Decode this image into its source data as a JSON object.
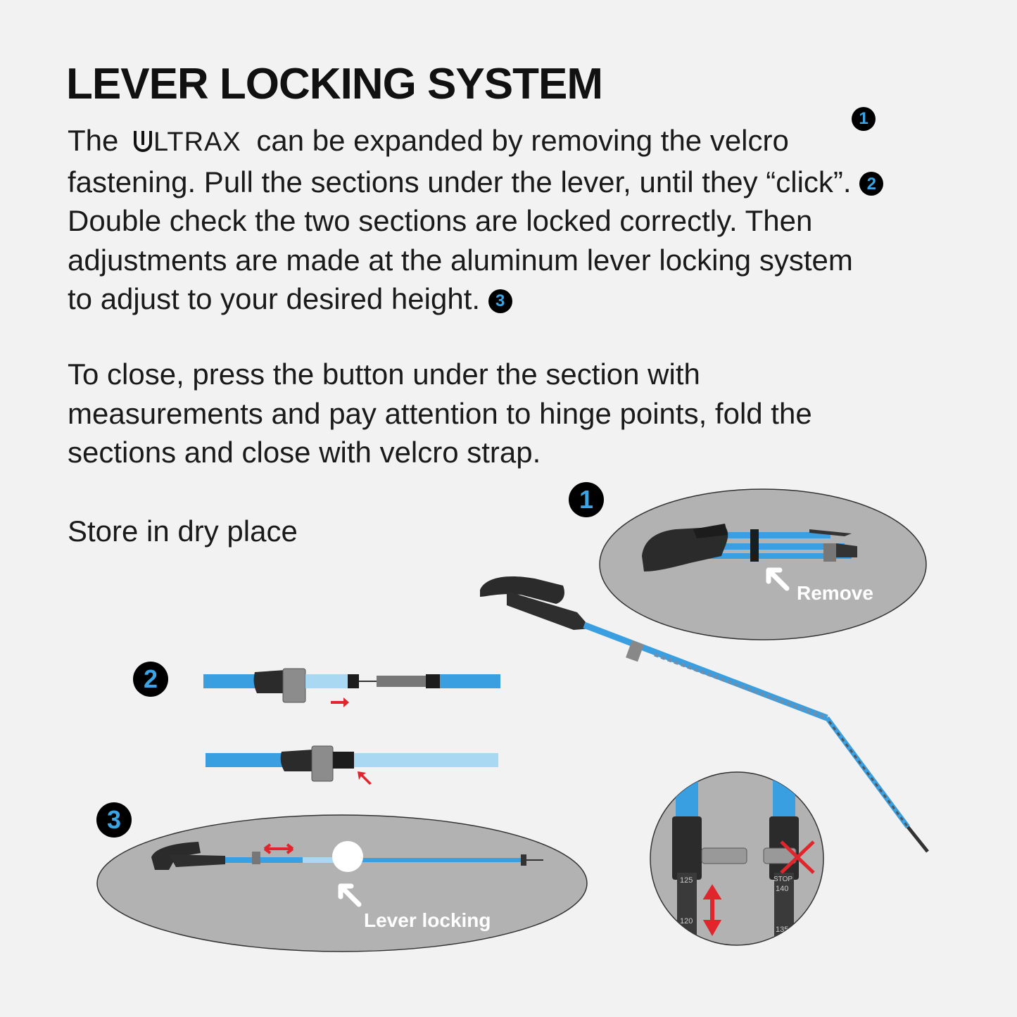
{
  "title": "LEVER LOCKING SYSTEM",
  "paragraph1": {
    "before_brand": "The",
    "brand": "LTRAX",
    "line1_rest": "can be expanded by removing the velcro",
    "line2": "fastening. Pull the sections under the lever, until they “click”.",
    "line3": "Double check the two sections are locked correctly. Then",
    "line4": "adjustments are made at the aluminum lever locking system",
    "line5": "to adjust to your desired height."
  },
  "paragraph2": {
    "line1": "To close, press the button under the section with",
    "line2": "measurements and pay attention to hinge points, fold the",
    "line3": "sections and close with velcro strap."
  },
  "paragraph3": "Store in dry place",
  "steps": {
    "one": "1",
    "two": "2",
    "three": "3"
  },
  "labels": {
    "remove": "Remove",
    "lever_locking": "Lever locking"
  },
  "scale_marks": {
    "left_top": "125",
    "left_bottom": "120",
    "right_stop": "STOP",
    "right_top": "140",
    "right_bottom": "135"
  },
  "colors": {
    "pole_blue": "#3a9fe0",
    "pole_light": "#a9d8f2",
    "accent_red": "#e0262c",
    "badge_number": "#3ba4e4",
    "oval_gray": "#b2b2b2"
  }
}
